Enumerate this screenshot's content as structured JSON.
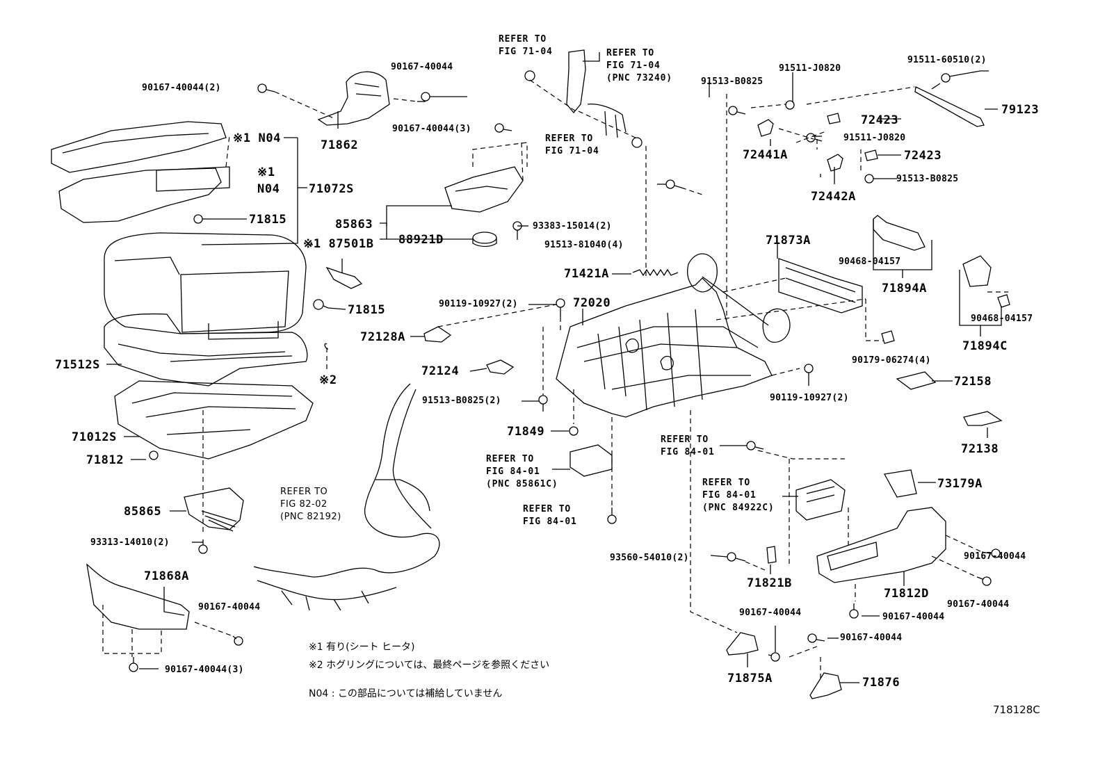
{
  "diagram_id": "718128C",
  "refer_to_label": "REFER TO",
  "refer": {
    "fig7104_a": "FIG 71-04",
    "fig7104_b": "FIG 71-04",
    "fig7104_b_pnc": "(PNC 73240)",
    "fig7104_c": "FIG 71-04",
    "fig8401_a": "FIG 84-01",
    "fig8401_a_pnc": "(PNC 85861C)",
    "fig8401_b": "FIG 84-01",
    "fig8401_c": "FIG 84-01",
    "fig8401_d": "FIG 84-01",
    "fig8401_d_pnc": "(PNC 84922C)",
    "fig8202": "FIG 82-02",
    "fig8202_pnc": "(PNC 82192)"
  },
  "parts": {
    "p90167_40044_2": "90167-40044(2)",
    "p90167_40044_top": "90167-40044",
    "p90167_40044_3_top": "90167-40044(3)",
    "p71862": "71862",
    "p71072s": "71072S",
    "n04_a": "※1 N04",
    "n04_b": "N04",
    "x1": "※1",
    "p71815_a": "71815",
    "p71815_b": "71815",
    "p87501b": "※1 87501B",
    "p85863": "85863",
    "p88921d": "88921D",
    "p93383_15014_2": "93383-15014(2)",
    "p91513_81040_4": "91513-81040(4)",
    "p71421a": "71421A",
    "p72020": "72020",
    "p90119_10927_2_a": "90119-10927(2)",
    "p72128a": "72128A",
    "p72124": "72124",
    "p91513_b0825_2": "91513-B0825(2)",
    "p71849": "71849",
    "p71512s": "71512S",
    "x2": "※2",
    "p71012s": "71012S",
    "p71812": "71812",
    "p85865": "85865",
    "p93313_14010_2": "93313-14010(2)",
    "p71868a": "71868A",
    "p90167_40044_left": "90167-40044",
    "p90167_40044_3_bottom": "90167-40044(3)",
    "p91513_b0825_a": "91513-B0825",
    "p91511_j0820_a": "91511-J0820",
    "p72423_a": "72423",
    "p72441a": "72441A",
    "p91511_j0820_b": "91511-J0820",
    "p72423_b": "72423",
    "p72442a": "72442A",
    "p91513_b0825_b": "91513-B0825",
    "p91511_60510_2": "91511-60510(2)",
    "p79123": "79123",
    "p71873a": "71873A",
    "p90468_04157_a": "90468-04157",
    "p71894a": "71894A",
    "p90468_04157_b": "90468-04157",
    "p71894c": "71894C",
    "p90179_06274_4": "90179-06274(4)",
    "p90119_10927_2_b": "90119-10927(2)",
    "p72158": "72158",
    "p72138": "72138",
    "p73179a": "73179A",
    "p93560_54010_2": "93560-54010(2)",
    "p71821b": "71821B",
    "p71812d": "71812D",
    "p90167_40044_r1": "90167-40044",
    "p90167_40044_r2": "90167-40044",
    "p90167_40044_r3": "90167-40044",
    "p90167_40044_r4": "90167-40044",
    "p90167_40044_r5": "90167-40044",
    "p71875a": "71875A",
    "p71876": "71876"
  },
  "notes": {
    "note1": "※1 有り(シート ヒータ)",
    "note2": "※2 ホグリングについては、最終ページを参照ください",
    "note3": "N04 : この部品については補給していません"
  }
}
